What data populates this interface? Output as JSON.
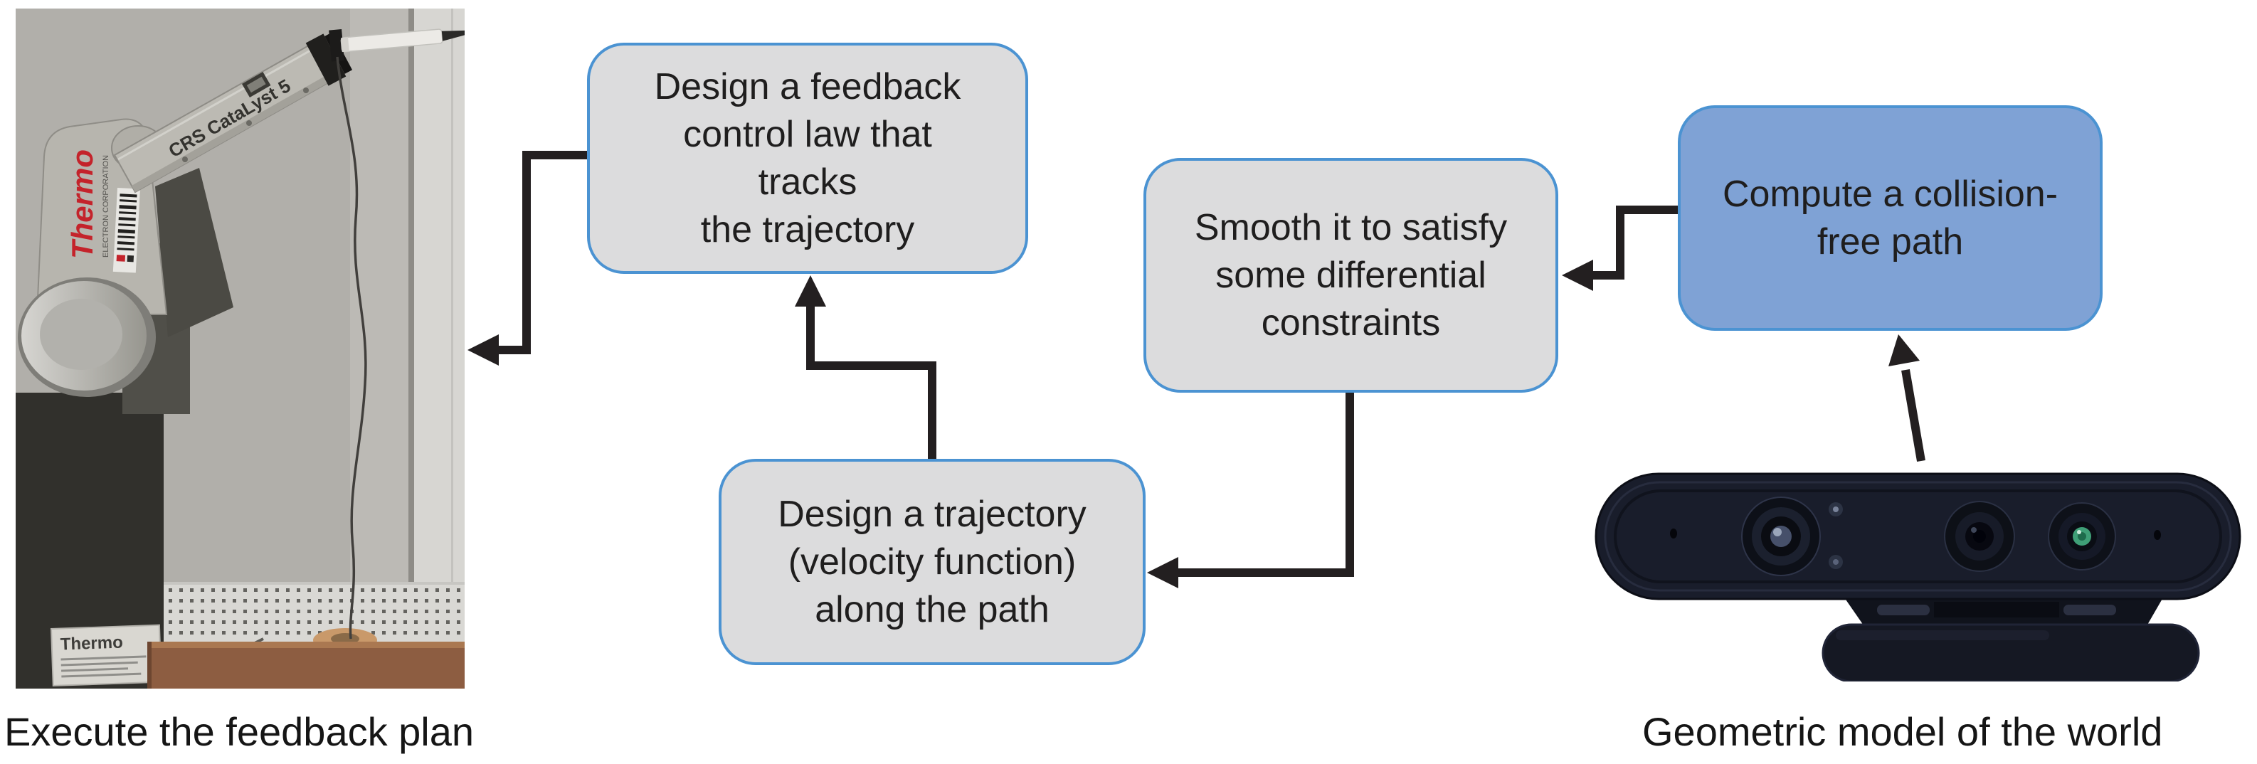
{
  "flow": {
    "feedback_box": {
      "lines": [
        "Design a feedback",
        "control law that",
        "tracks",
        "the trajectory"
      ]
    },
    "trajectory_box": {
      "lines": [
        "Design a trajectory",
        "(velocity function)",
        "along the path"
      ]
    },
    "smooth_box": {
      "lines": [
        "Smooth it to satisfy",
        "some differential",
        "constraints"
      ]
    },
    "collision_box": {
      "lines": [
        "Compute a collision-",
        "free path"
      ]
    }
  },
  "captions": {
    "execute": "Execute the feedback plan",
    "geometric": "Geometric model of the world"
  },
  "robot_photo": {
    "arm_brand": "Thermo",
    "arm_brand_sub": "ELECTRON CORPORATION",
    "arm_model": "CRS CataLyst 5",
    "base_label": "Thermo"
  },
  "colors": {
    "box_border": "#4B93D2",
    "gray_box_fill": "#DCDCDD",
    "blue_box_fill": "#7FA2D5",
    "arrow": "#231F20",
    "text": "#1F1E1E"
  }
}
